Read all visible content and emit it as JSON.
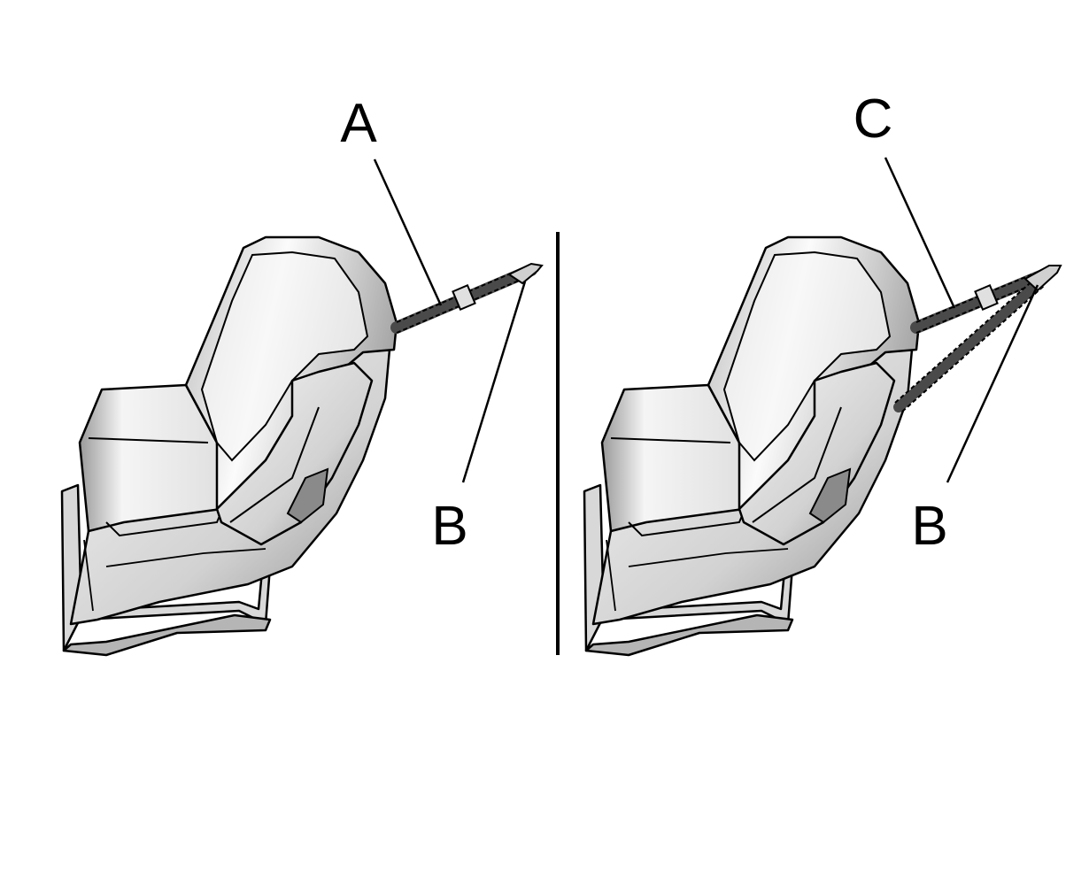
{
  "diagram": {
    "panels": [
      {
        "id": "single-tether",
        "callouts": [
          {
            "id": "A",
            "text": "A"
          },
          {
            "id": "B",
            "text": "B"
          }
        ]
      },
      {
        "id": "dual-tether",
        "callouts": [
          {
            "id": "C",
            "text": "C"
          },
          {
            "id": "B",
            "text": "B"
          }
        ]
      }
    ]
  },
  "colors": {
    "line": "#000000",
    "strap": "#4a4a4a",
    "seat_light": "#f2f2f2",
    "seat_shadow": "#9a9a9a",
    "background": "#ffffff"
  }
}
